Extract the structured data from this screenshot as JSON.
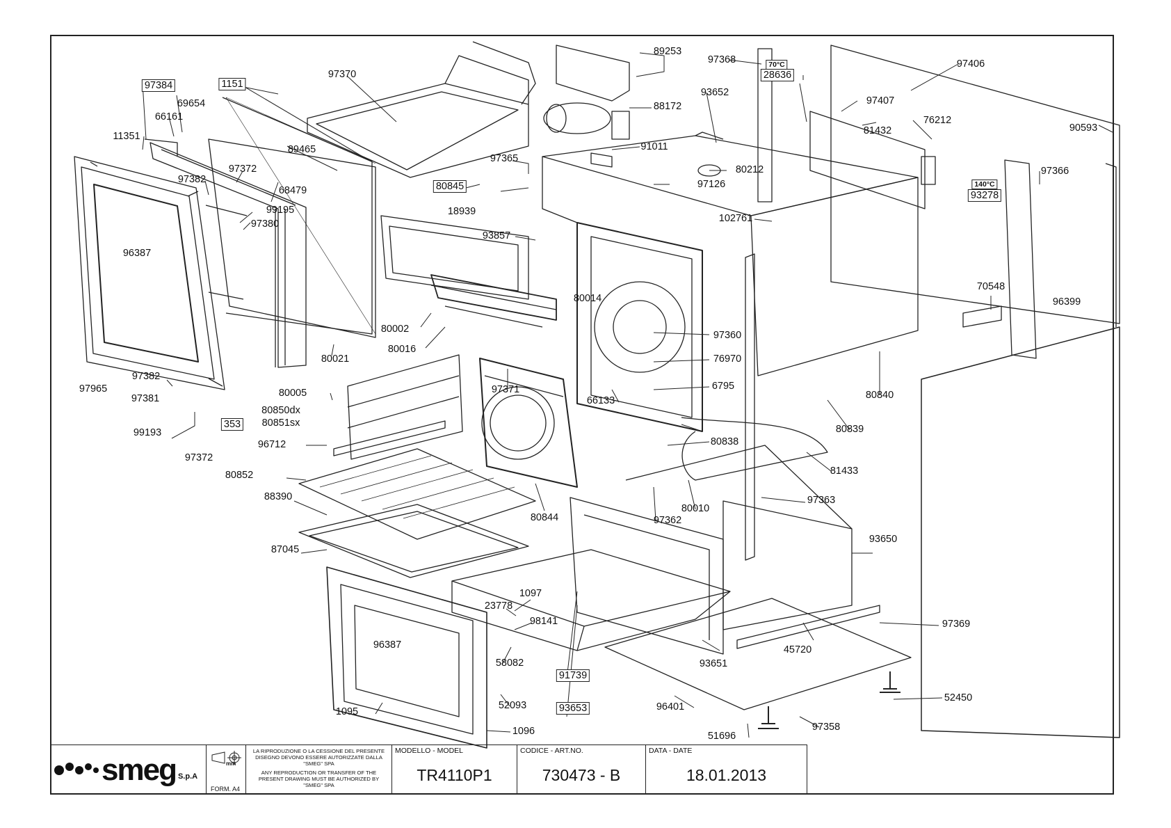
{
  "title_block": {
    "brand": "smeg",
    "brand_suffix": "S.p.A",
    "form": "FORM. A4",
    "unit": "mm",
    "note_it": "LA RIPRODUZIONE O LA CESSIONE DEL PRESENTE DISEGNO DEVONO ESSERE AUTORIZZATE DALLA \"SMEG\" SPA",
    "note_en": "ANY REPRODUCTION OR TRANSFER OF THE PRESENT DRAWING MUST BE AUTHORIZED BY \"SMEG\" SPA",
    "model_caption": "MODELLO - MODEL",
    "model": "TR4110P1",
    "code_caption": "CODICE - ART.NO.",
    "code": "730473 - B",
    "date_caption": "DATA - DATE",
    "date": "18.01.2013"
  },
  "badges": [
    {
      "text": "70°C"
    },
    {
      "text": "140°C"
    }
  ],
  "parts": [
    {
      "id": "p97384",
      "text": "97384",
      "boxed": true
    },
    {
      "id": "p69654",
      "text": "69654"
    },
    {
      "id": "p66161",
      "text": "66161"
    },
    {
      "id": "p1151",
      "text": "1151",
      "boxed": true
    },
    {
      "id": "p97370",
      "text": "97370"
    },
    {
      "id": "p89253",
      "text": "89253"
    },
    {
      "id": "p97368",
      "text": "97368"
    },
    {
      "id": "p28636",
      "text": "28636",
      "boxed": true
    },
    {
      "id": "p97406",
      "text": "97406"
    },
    {
      "id": "p93652",
      "text": "93652"
    },
    {
      "id": "p97407",
      "text": "97407"
    },
    {
      "id": "p88172",
      "text": "88172"
    },
    {
      "id": "p76212",
      "text": "76212"
    },
    {
      "id": "p81432",
      "text": "81432"
    },
    {
      "id": "p90593",
      "text": "90593"
    },
    {
      "id": "p11351",
      "text": "11351"
    },
    {
      "id": "p89465",
      "text": "89465"
    },
    {
      "id": "p91011",
      "text": "91011"
    },
    {
      "id": "p97365",
      "text": "97365"
    },
    {
      "id": "p97372a",
      "text": "97372"
    },
    {
      "id": "p80212",
      "text": "80212"
    },
    {
      "id": "p97366",
      "text": "97366"
    },
    {
      "id": "p97382a",
      "text": "97382"
    },
    {
      "id": "p80845",
      "text": "80845",
      "boxed": true
    },
    {
      "id": "p68479",
      "text": "68479"
    },
    {
      "id": "p97126",
      "text": "97126"
    },
    {
      "id": "p93278",
      "text": "93278",
      "boxed": true
    },
    {
      "id": "p18939",
      "text": "18939"
    },
    {
      "id": "p99195",
      "text": "99195"
    },
    {
      "id": "p102761",
      "text": "102761"
    },
    {
      "id": "p97380",
      "text": "97380"
    },
    {
      "id": "p96387a",
      "text": "96387"
    },
    {
      "id": "p93857",
      "text": "93857"
    },
    {
      "id": "p70548",
      "text": "70548"
    },
    {
      "id": "p96399",
      "text": "96399"
    },
    {
      "id": "p80014",
      "text": "80014"
    },
    {
      "id": "p80002",
      "text": "80002"
    },
    {
      "id": "p97360",
      "text": "97360"
    },
    {
      "id": "p80016",
      "text": "80016"
    },
    {
      "id": "p80021",
      "text": "80021"
    },
    {
      "id": "p76970",
      "text": "76970"
    },
    {
      "id": "p97382b",
      "text": "97382"
    },
    {
      "id": "p97965",
      "text": "97965"
    },
    {
      "id": "p97381",
      "text": "97381"
    },
    {
      "id": "p80005",
      "text": "80005"
    },
    {
      "id": "p97371",
      "text": "97371"
    },
    {
      "id": "p6795",
      "text": "6795"
    },
    {
      "id": "p80840",
      "text": "80840"
    },
    {
      "id": "p66133",
      "text": "66133"
    },
    {
      "id": "p80850dx",
      "text": "80850dx"
    },
    {
      "id": "p353",
      "text": "353",
      "boxed": true
    },
    {
      "id": "p80851sx",
      "text": "80851sx"
    },
    {
      "id": "p80839",
      "text": "80839"
    },
    {
      "id": "p99193",
      "text": "99193"
    },
    {
      "id": "p80838",
      "text": "80838"
    },
    {
      "id": "p97372b",
      "text": "97372"
    },
    {
      "id": "p96712",
      "text": "96712"
    },
    {
      "id": "p81433",
      "text": "81433"
    },
    {
      "id": "p80852",
      "text": "80852"
    },
    {
      "id": "p97363",
      "text": "97363"
    },
    {
      "id": "p88390",
      "text": "88390"
    },
    {
      "id": "p80010",
      "text": "80010"
    },
    {
      "id": "p80844",
      "text": "80844"
    },
    {
      "id": "p97362",
      "text": "97362"
    },
    {
      "id": "p93650",
      "text": "93650"
    },
    {
      "id": "p87045",
      "text": "87045"
    },
    {
      "id": "p1097",
      "text": "1097"
    },
    {
      "id": "p23778",
      "text": "23778"
    },
    {
      "id": "p98141",
      "text": "98141"
    },
    {
      "id": "p97369",
      "text": "97369"
    },
    {
      "id": "p96387b",
      "text": "96387"
    },
    {
      "id": "p45720",
      "text": "45720"
    },
    {
      "id": "p58082",
      "text": "58082"
    },
    {
      "id": "p93651",
      "text": "93651"
    },
    {
      "id": "p91739",
      "text": "91739",
      "boxed": true
    },
    {
      "id": "p52450",
      "text": "52450"
    },
    {
      "id": "p52093",
      "text": "52093"
    },
    {
      "id": "p96401",
      "text": "96401"
    },
    {
      "id": "p93653",
      "text": "93653",
      "boxed": true
    },
    {
      "id": "p1095",
      "text": "1095"
    },
    {
      "id": "p97358",
      "text": "97358"
    },
    {
      "id": "p51696",
      "text": "51696"
    },
    {
      "id": "p1096",
      "text": "1096"
    }
  ]
}
